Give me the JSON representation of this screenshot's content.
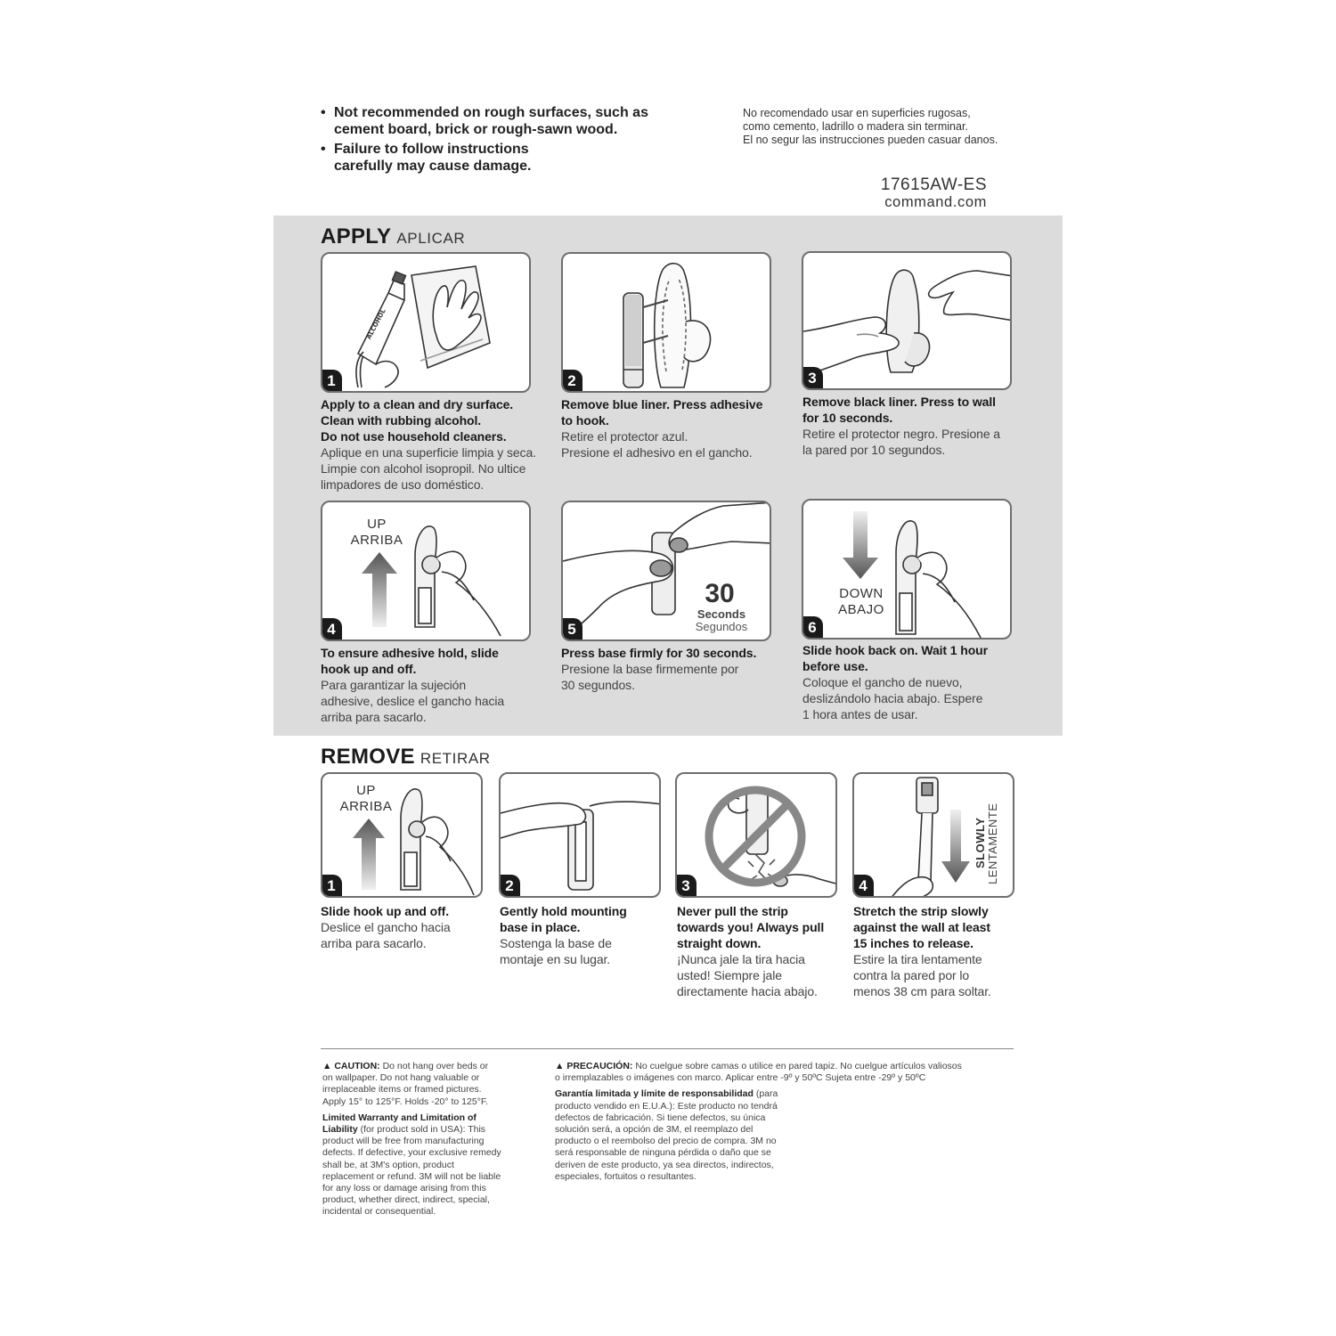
{
  "warnings_en": [
    {
      "line1": "Not recommended on rough surfaces, such as",
      "line2": "cement board, brick or rough-sawn wood."
    },
    {
      "line1": "Failure to follow instructions",
      "line2": "carefully may cause damage."
    }
  ],
  "warnings_es": [
    "No recomendado usar en superficies rugosas,",
    "como cemento, ladrillo o madera sin terminar.",
    "El no segur las instrucciones pueden casuar danos."
  ],
  "product_code": "17615AW-ES",
  "website": "command.com",
  "apply": {
    "title": "APPLY",
    "subtitle": "APLICAR",
    "steps": [
      {
        "num": "1",
        "en": [
          "Apply to a clean and dry surface.",
          "Clean with rubbing alcohol.",
          "Do not use household cleaners."
        ],
        "es": [
          "Aplique en una superficie limpia y seca.",
          "Limpie con alcohol isopropil. No ultice",
          "limpadores de uso doméstico."
        ],
        "bottle_label": "ALCOHOL"
      },
      {
        "num": "2",
        "en": [
          "Remove blue liner. Press adhesive",
          "to hook."
        ],
        "es": [
          "Retire el protector azul.",
          "Presione el adhesivo en el gancho."
        ]
      },
      {
        "num": "3",
        "en": [
          "Remove black liner. Press to wall",
          "for 10 seconds."
        ],
        "es": [
          "Retire el protector negro. Presione a",
          "la pared por 10 segundos."
        ]
      },
      {
        "num": "4",
        "en": [
          "To ensure adhesive hold, slide",
          "hook up and off."
        ],
        "es": [
          "Para garantizar la sujeción",
          "adhesive, deslice el gancho hacia",
          "arriba para sacarlo."
        ],
        "label_en": "UP",
        "label_es": "ARRIBA"
      },
      {
        "num": "5",
        "en": [
          "Press base firmly for 30 seconds."
        ],
        "es": [
          "Presione la base firmemente por",
          "30 segundos."
        ],
        "timer": "30",
        "timer_en": "Seconds",
        "timer_es": "Segundos"
      },
      {
        "num": "6",
        "en": [
          "Slide hook back on. Wait 1 hour",
          "before use."
        ],
        "es": [
          "Coloque el gancho de nuevo,",
          "deslizándolo hacia abajo. Espere",
          "1 hora antes de usar."
        ],
        "label_en": "DOWN",
        "label_es": "ABAJO"
      }
    ]
  },
  "remove": {
    "title": "REMOVE",
    "subtitle": "RETIRAR",
    "steps": [
      {
        "num": "1",
        "en": [
          "Slide hook up and off."
        ],
        "es": [
          "Deslice el gancho hacia",
          "arriba para sacarlo."
        ],
        "label_en": "UP",
        "label_es": "ARRIBA"
      },
      {
        "num": "2",
        "en": [
          "Gently hold mounting",
          "base in place."
        ],
        "es": [
          "Sostenga la base de",
          "montaje en su lugar."
        ]
      },
      {
        "num": "3",
        "en": [
          "Never pull the strip",
          "towards you! Always pull",
          "straight down."
        ],
        "es": [
          "¡Nunca jale la tira hacia",
          "usted! Siempre jale",
          "directamente hacia abajo."
        ]
      },
      {
        "num": "4",
        "en": [
          "Stretch the strip slowly",
          "against the wall at least",
          "15 inches to release."
        ],
        "es": [
          "Estire la tira lentamente",
          "contra la pared por lo",
          "menos 38 cm para soltar."
        ],
        "label_en": "SLOWLY",
        "label_es": "LENTAMENTE"
      }
    ]
  },
  "legal": {
    "caution_label": "CAUTION:",
    "caution_text": [
      "Do not hang over beds or",
      "on wallpaper. Do not hang valuable or",
      "irreplaceable items or framed pictures.",
      "Apply 15° to 125°F. Holds -20° to 125°F."
    ],
    "warranty_title": "Limited Warranty and Limitation of",
    "warranty_title2": "Liability",
    "warranty_lines": [
      " (for product sold in USA): This",
      "product will be free from manufacturing",
      "defects. If defective, your exclusive remedy",
      "shall be, at 3M's option, product",
      "replacement or refund. 3M will not be liable",
      "for any loss or damage arising from this",
      "product, whether direct, indirect, special,",
      "incidental or consequential."
    ],
    "precaucion_label": "PRECAUCIÓN:",
    "precaucion_lines": [
      " No cuelgue sobre camas o utilice en pared tapiz. No cuelgue artículos valiosos",
      "o irremplazables o imágenes con marco. Aplicar entre -9º y 50ºC Sujeta entre -29º y 50ºC"
    ],
    "garantia_title": "Garantía limitada y límite de responsabilidad",
    "garantia_lines": [
      " (para",
      "producto vendido en E.U.A.): Este producto no tendrá",
      "defectos de fabricación. Si tiene defectos, su única",
      "solución será, a opción de 3M, el reemplazo del",
      "producto o el reembolso del precio de compra. 3M no",
      "será responsable de ninguna pérdida o daño que se",
      "deriven de este producto, ya sea directos, indirectos,",
      "especiales, fortuitos o resultantes."
    ]
  }
}
